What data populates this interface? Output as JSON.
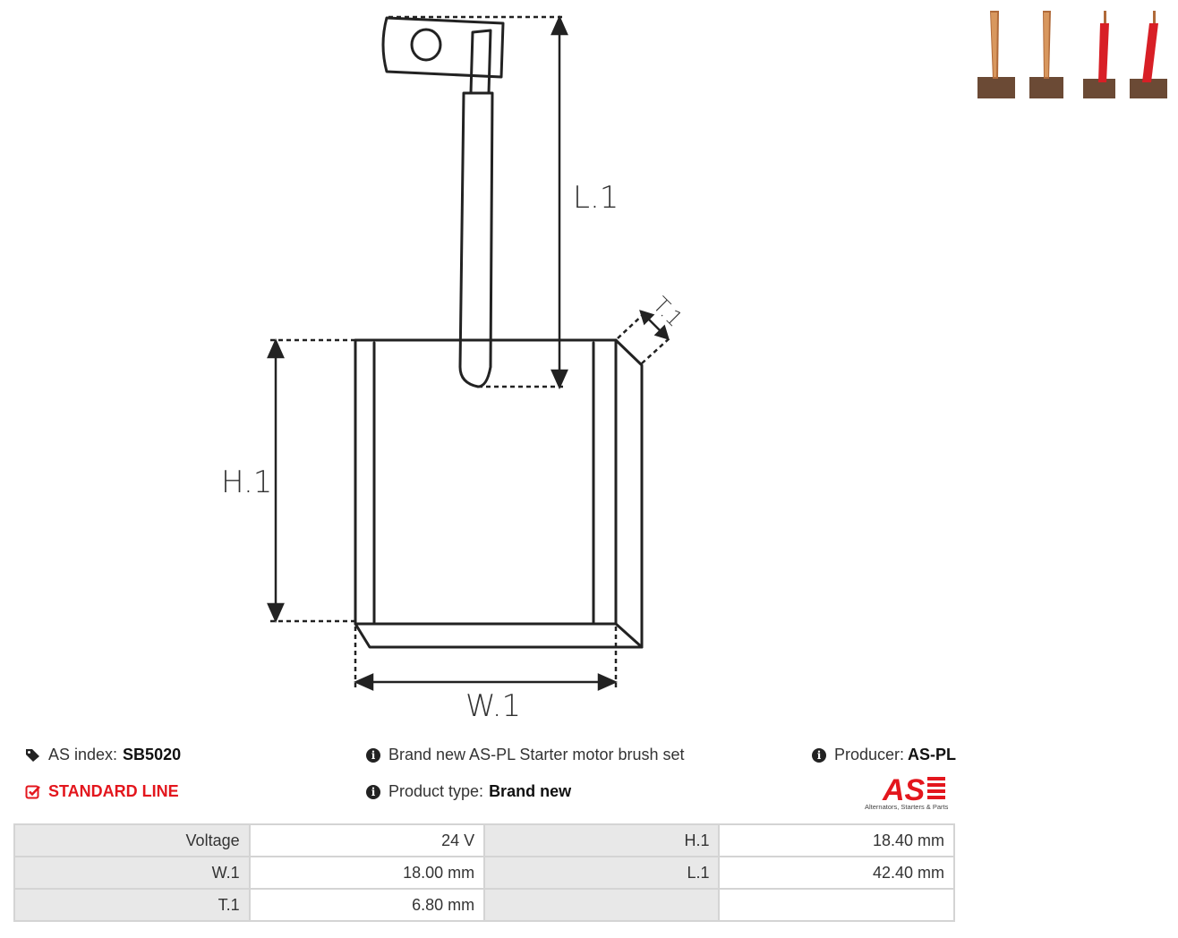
{
  "diagram": {
    "labels": {
      "l1": "L.1",
      "h1": "H.1",
      "w1": "W.1",
      "t1": "T.1"
    }
  },
  "thumbnails": {
    "icon": "product-photo-brushes",
    "colors": {
      "copper": "#b06a3a",
      "red": "#d81f26",
      "block": "#6b4a35"
    }
  },
  "info": {
    "as_index_label": "AS index:",
    "as_index_value": "SB5020",
    "line": "STANDARD LINE",
    "description": "Brand new AS-PL Starter motor brush set",
    "product_type_label": "Product type:",
    "product_type_value": "Brand new",
    "producer_label": "Producer:",
    "producer_value": "AS-PL",
    "logo_text": "AS",
    "logo_tagline": "Alternators, Starters & Parts"
  },
  "colors": {
    "accent": "#e3161d",
    "label_bg": "#e8e8e8",
    "border": "#d4d4d4"
  },
  "specs": {
    "rows": [
      {
        "l1": "Voltage",
        "v1": "24 V",
        "l2": "H.1",
        "v2": "18.40 mm"
      },
      {
        "l1": "W.1",
        "v1": "18.00 mm",
        "l2": "L.1",
        "v2": "42.40 mm"
      },
      {
        "l1": "T.1",
        "v1": "6.80 mm",
        "l2": "",
        "v2": ""
      }
    ]
  }
}
